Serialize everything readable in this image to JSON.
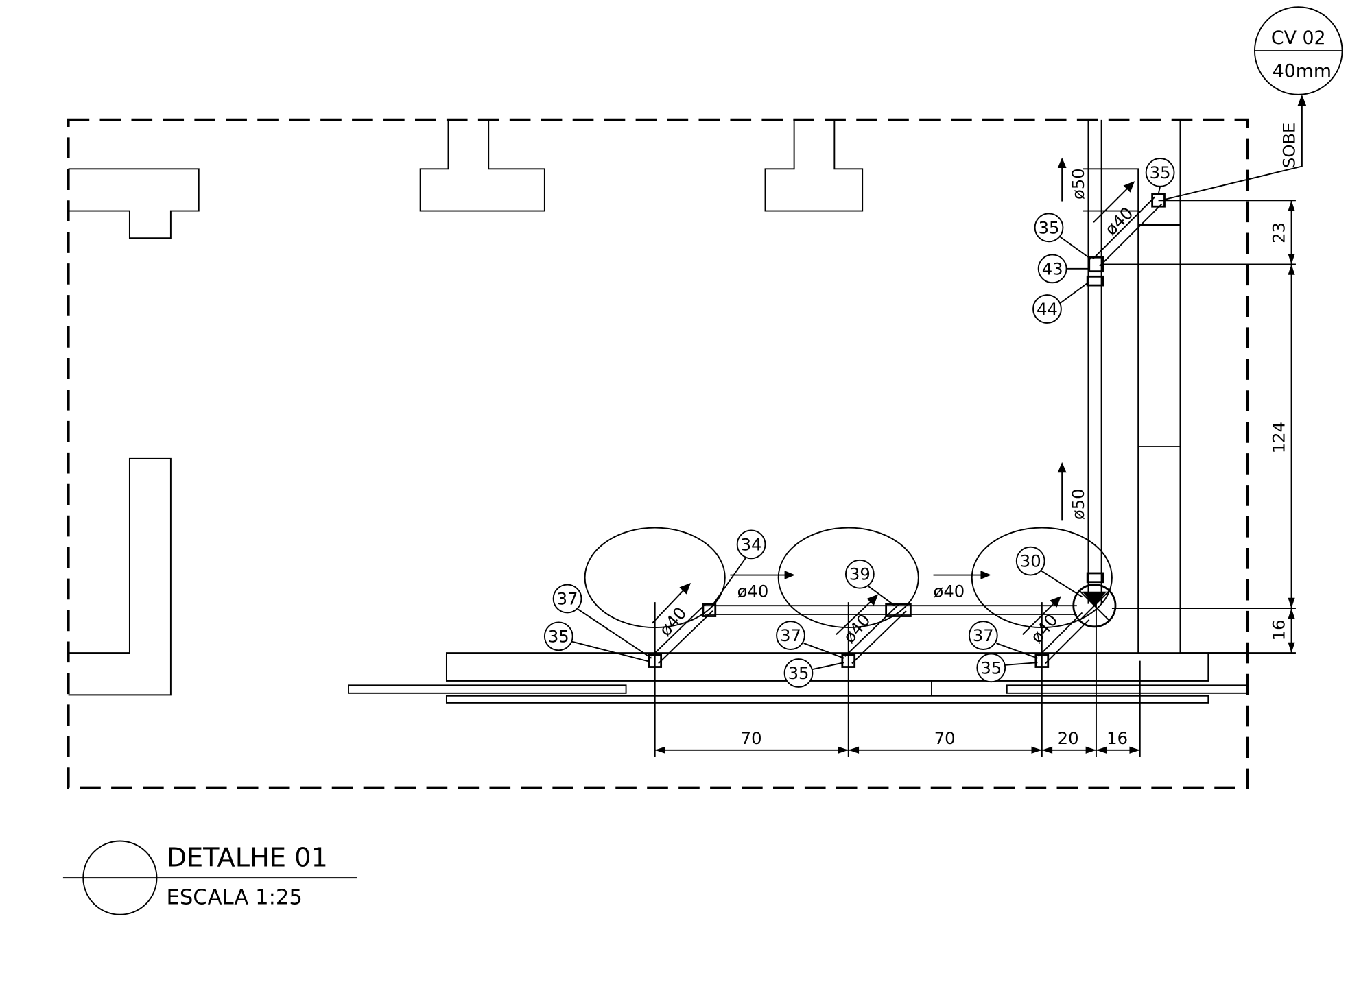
{
  "drawing": {
    "cv_tag": {
      "top": "CV  02",
      "bottom": "40mm"
    },
    "riser_label": "SOBE",
    "pipe_labels": {
      "d40_h1": "ø40",
      "d40_h2": "ø40",
      "d40_diag1": "ø40",
      "d40_diag2": "ø40",
      "d40_diag3": "ø40",
      "d40_diag4": "ø40",
      "d50_top": "ø50",
      "d50_bottom": "ø50"
    },
    "balloons": [
      "37",
      "35",
      "34",
      "39",
      "37",
      "35",
      "30",
      "37",
      "35",
      "35",
      "43",
      "44",
      "35"
    ],
    "dimensions_bottom": [
      "70",
      "70",
      "20",
      "16"
    ],
    "dimensions_right": [
      "23",
      "124",
      "16"
    ]
  },
  "title_block": {
    "title": "DETALHE  01",
    "scale": "ESCALA  1:25"
  }
}
